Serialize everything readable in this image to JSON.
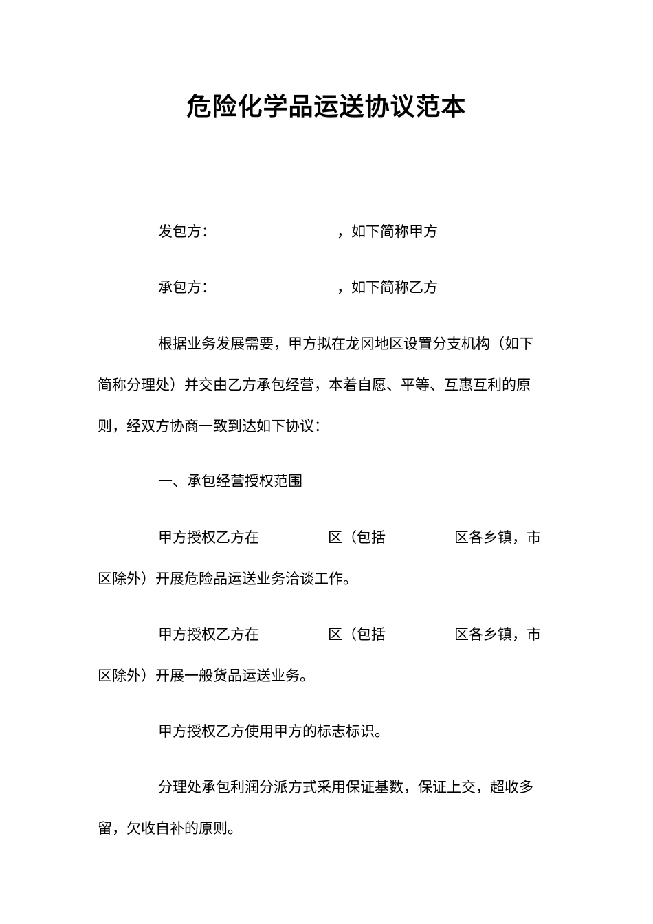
{
  "document": {
    "title": "危险化学品运送协议范本",
    "party_a": {
      "label": "发包方：",
      "suffix": "，如下简称甲方"
    },
    "party_b": {
      "label": "承包方：",
      "suffix": "，如下简称乙方"
    },
    "intro": {
      "line1": "根据业务发展需要，甲方拟在龙冈地区设置分支机构（如下",
      "line2": "简称分理处）并交由乙方承包经营，本着自愿、平等、互惠互利的原",
      "line3": "则，经双方协商一致到达如下协议："
    },
    "section1_heading": "一、承包经营授权范围",
    "clause1": {
      "part1": "甲方授权乙方在",
      "part2": "区（包括",
      "part3": "区各乡镇，市",
      "line2": "区除外）开展危险品运送业务洽谈工作。"
    },
    "clause2": {
      "part1": "甲方授权乙方在",
      "part2": "区（包括",
      "part3": "区各乡镇，市",
      "line2": "区除外）开展一般货品运送业务。"
    },
    "clause3": "甲方授权乙方使用甲方的标志标识。",
    "clause4": {
      "line1": "分理处承包利润分派方式采用保证基数，保证上交，超收多",
      "line2": "留，欠收自补的原则。"
    }
  }
}
